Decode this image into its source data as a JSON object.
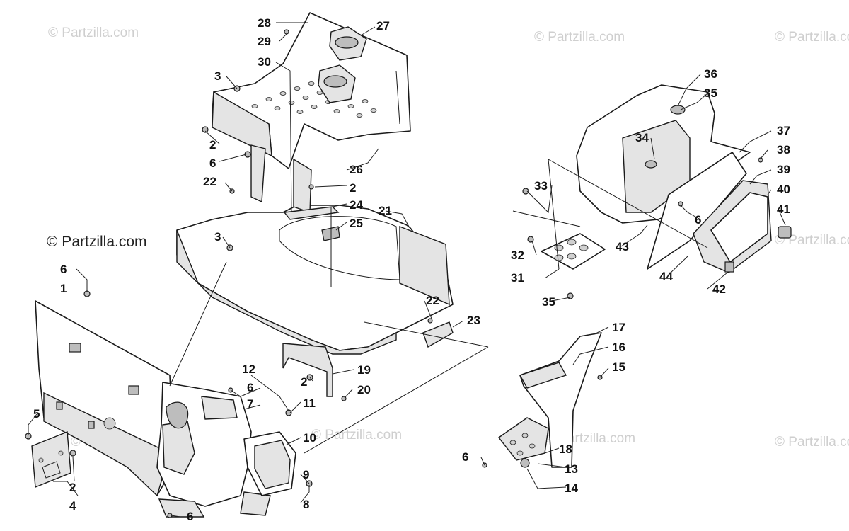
{
  "watermarks": {
    "brand": "© Partzilla.com",
    "main": "© Partzilla.com"
  },
  "callouts": {
    "c1": "1",
    "c2a": "2",
    "c2b": "2",
    "c2c": "2",
    "c2d": "2",
    "c3a": "3",
    "c3b": "3",
    "c4": "4",
    "c5": "5",
    "c6a": "6",
    "c6b": "6",
    "c6c": "6",
    "c6d": "6",
    "c6e": "6",
    "c6f": "6",
    "c7": "7",
    "c8": "8",
    "c9": "9",
    "c10": "10",
    "c11": "11",
    "c12": "12",
    "c13": "13",
    "c14": "14",
    "c15": "15",
    "c16": "16",
    "c17": "17",
    "c18": "18",
    "c19": "19",
    "c20": "20",
    "c21": "21",
    "c22a": "22",
    "c22b": "22",
    "c23": "23",
    "c24": "24",
    "c25": "25",
    "c26": "26",
    "c27": "27",
    "c28": "28",
    "c29": "29",
    "c30": "30",
    "c31": "31",
    "c32": "32",
    "c33": "33",
    "c34": "34",
    "c35a": "35",
    "c35b": "35",
    "c36": "36",
    "c37": "37",
    "c38": "38",
    "c39": "39",
    "c40": "40",
    "c41": "41",
    "c42": "42",
    "c43": "43",
    "c44": "44"
  }
}
